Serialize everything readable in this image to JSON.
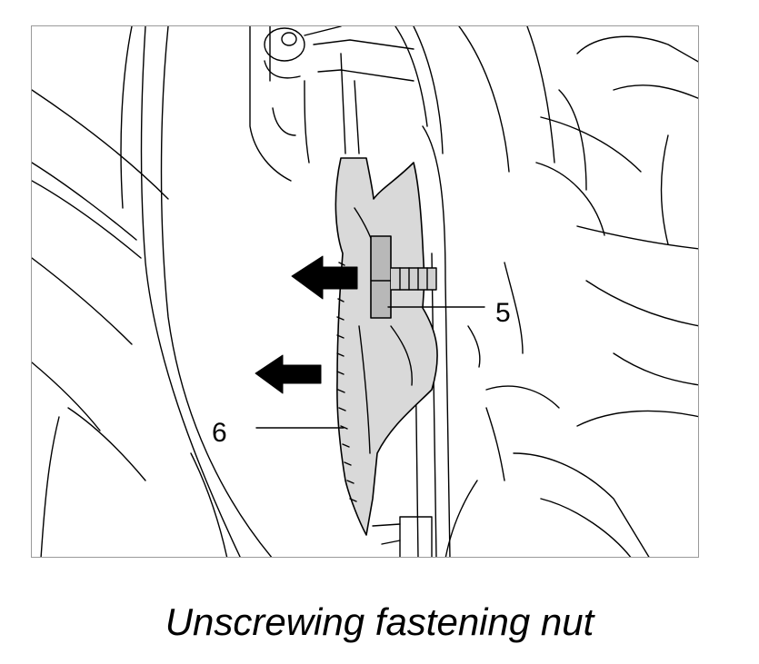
{
  "figure": {
    "caption": "Unscrewing fastening nut",
    "callouts": [
      {
        "id": "5",
        "label": "5"
      },
      {
        "id": "6",
        "label": "6"
      }
    ],
    "colors": {
      "line": "#000000",
      "part_fill": "#d9d9d9",
      "nut_fill": "#b8b8b8",
      "arrow": "#000000",
      "frame": "#9a9a9a"
    },
    "icons": [
      "left-arrow-icon",
      "left-arrow-icon"
    ]
  }
}
